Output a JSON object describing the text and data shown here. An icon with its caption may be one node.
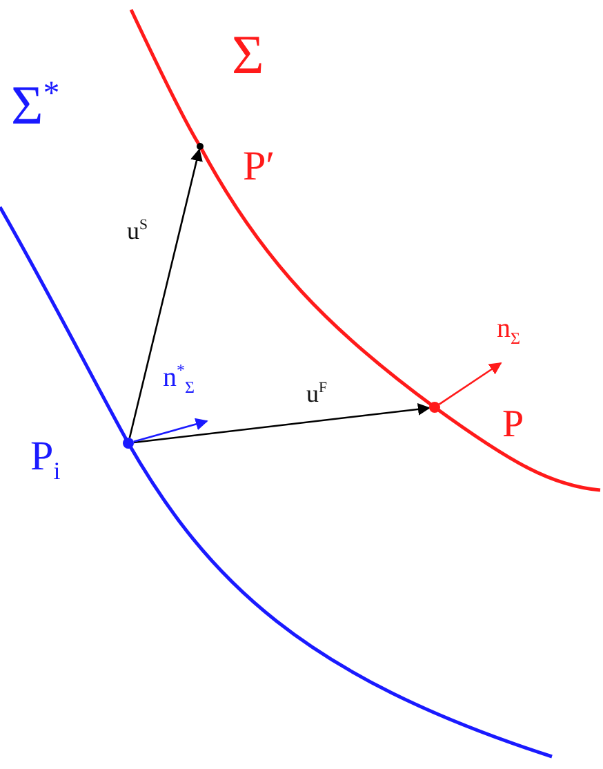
{
  "diagram": {
    "nodes": [
      {
        "text": [],
        "shape": "circle",
        "beside": [
          "P$_{i}$"
        ]
      },
      {
        "text": [],
        "shape": "circle",
        "beside": [
          "P′"
        ]
      },
      {
        "text": [],
        "shape": "circle",
        "beside": [
          "P"
        ]
      }
    ],
    "edges": [
      {
        "from": 0,
        "to": 1,
        "arrow": "to",
        "label": "u$^{S}$"
      },
      {
        "from": 0,
        "to": 2,
        "arrow": "to",
        "label": "u$^{F}$"
      },
      {
        "from": 0,
        "to": null,
        "arrow": "to",
        "label": "n$^{*}$$_{Σ}$",
        "color": "#1a1aff"
      },
      {
        "from": 2,
        "to": null,
        "arrow": "to",
        "label": "n$_{Σ}$",
        "color": "#ff1a1a"
      }
    ],
    "labels": [
      "Σ",
      "Σ$^{*}$"
    ]
  }
}
